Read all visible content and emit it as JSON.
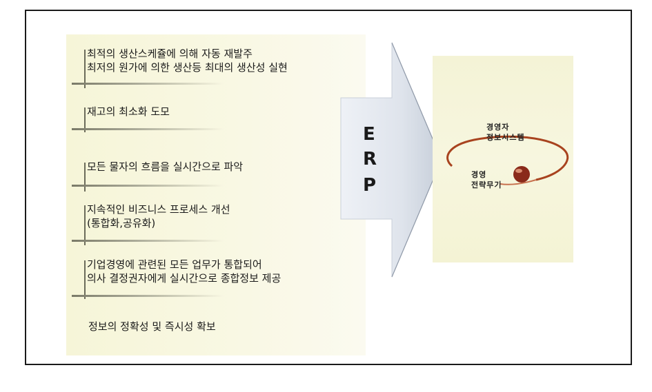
{
  "items": [
    {
      "lines": [
        "최적의 생산스케쥴에 의해 자동 재발주",
        "최저의 원가에 의한 생산등 최대의 생산성 실현"
      ]
    },
    {
      "lines": [
        "재고의 최소화 도모"
      ]
    },
    {
      "lines": [
        "모든 물자의 흐름을 실시간으로 파악"
      ]
    },
    {
      "lines": [
        "지속적인 비즈니스 프로세스 개선",
        "(통합화,공유화)"
      ]
    },
    {
      "lines": [
        "기업경영에 관련된 모든 업무가 통합되어",
        "의사 결정권자에게 실시간으로 종합정보 제공"
      ]
    },
    {
      "lines": [
        "정보의 정확성 및 즉시성 확보"
      ]
    }
  ],
  "erp": {
    "e": "E",
    "r": "R",
    "p": "P"
  },
  "right_panel": {
    "top_label_1": "경영자",
    "top_label_2": "정보시스템",
    "bottom_label_1": "경영",
    "bottom_label_2": "전략무기"
  },
  "colors": {
    "panel_bg": "#f6f5d8",
    "arrow_light": "#e2e7ef",
    "arrow_dark": "#b9c2cf",
    "orbit": "#a8431f",
    "ball": "#8a2a1a"
  }
}
